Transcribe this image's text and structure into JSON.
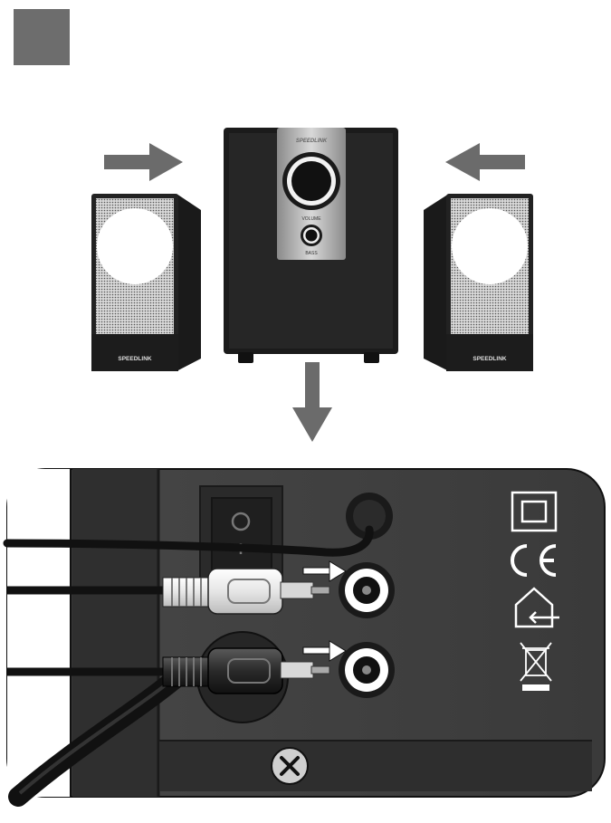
{
  "brand_left": "SPEEDLINK",
  "brand_right": "SPEEDLINK",
  "brand_subwoofer": "SPEEDLINK",
  "knob_volume_label": "VOLUME",
  "knob_bass_label": "BASS",
  "symbols": [
    "class-ii-double-insulation-icon",
    "ce-mark-icon",
    "indoor-use-only-icon",
    "weee-bin-icon"
  ],
  "colors": {
    "arrow": "#6b6b6b",
    "panel": "#3d3d3d",
    "step_box": "#6d6d6d"
  }
}
